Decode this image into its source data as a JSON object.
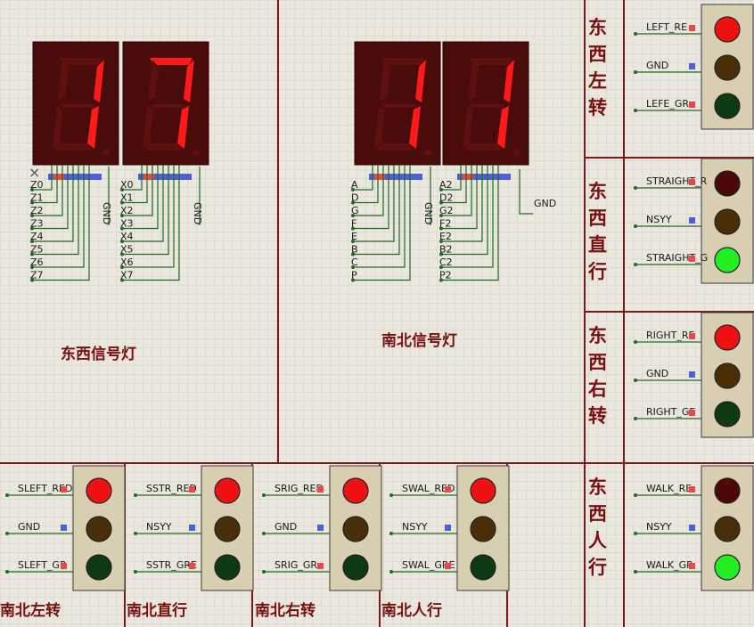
{
  "displays": {
    "ew": {
      "digits": [
        "1",
        "7"
      ],
      "pins_left": [
        "Z0",
        "Z1",
        "Z2",
        "Z3",
        "Z4",
        "Z5",
        "Z6",
        "Z7"
      ],
      "pins_right": [
        "X0",
        "X1",
        "X2",
        "X3",
        "X4",
        "X5",
        "X6",
        "X7"
      ],
      "gnd_left": "GND",
      "gnd_right": "GND",
      "cross": "×",
      "title": "东西信号灯"
    },
    "ns": {
      "digits": [
        "1",
        "1"
      ],
      "pins_left": [
        "A",
        "D",
        "G",
        "F",
        "E",
        "B",
        "C",
        "P"
      ],
      "pins_right": [
        "A2",
        "D2",
        "G2",
        "F2",
        "E2",
        "B2",
        "C2",
        "P2"
      ],
      "gnd_left": "GND",
      "gnd_right": "GND",
      "title": "南北信号灯"
    }
  },
  "right_panels": [
    {
      "title": "东西左转",
      "labels": [
        "LEFT_RE",
        "GND",
        "LEFE_GR"
      ],
      "lights": [
        "#ee1111",
        "#4a2e08",
        "#0d3a12"
      ]
    },
    {
      "title": "东西直行",
      "labels": [
        "STRAIGHT_R",
        "NSYY",
        "STRAIGHT_G"
      ],
      "lights": [
        "#4a0808",
        "#4a2e08",
        "#22ee22"
      ]
    },
    {
      "title": "东西右转",
      "labels": [
        "RIGHT_RE",
        "GND",
        "RIGHT_GE"
      ],
      "lights": [
        "#ee1111",
        "#4a2e08",
        "#0d3a12"
      ]
    },
    {
      "title": "东西人行",
      "labels": [
        "WALK_RE",
        "NSYY",
        "WALK_GR"
      ],
      "lights": [
        "#4a0808",
        "#4a2e08",
        "#22ee22"
      ]
    }
  ],
  "bottom_panels": [
    {
      "title": "南北左转",
      "labels": [
        "SLEFT_RED",
        "GND",
        "SLEFT_GR"
      ],
      "lights": [
        "#ee1111",
        "#4a2e08",
        "#0d3a12"
      ]
    },
    {
      "title": "南北直行",
      "labels": [
        "SSTR_RED",
        "NSYY",
        "SSTR_GRE"
      ],
      "lights": [
        "#ee1111",
        "#4a2e08",
        "#0d3a12"
      ]
    },
    {
      "title": "南北右转",
      "labels": [
        "SRIG_RED",
        "GND",
        "SRIG_GR"
      ],
      "lights": [
        "#ee1111",
        "#4a2e08",
        "#0d3a12"
      ]
    },
    {
      "title": "南北人行",
      "labels": [
        "SWAL_RED",
        "NSYY",
        "SWAL_GRE"
      ],
      "lights": [
        "#ee1111",
        "#4a2e08",
        "#0d3a12"
      ]
    }
  ],
  "colors": {
    "border": "#7a1a1a",
    "wire": "#1e6b1e",
    "segment_on": "#ff1a1a",
    "segment_off": "#5e0f0f",
    "display_body": "#4a0b0b",
    "panel": "#d8cfb2"
  }
}
